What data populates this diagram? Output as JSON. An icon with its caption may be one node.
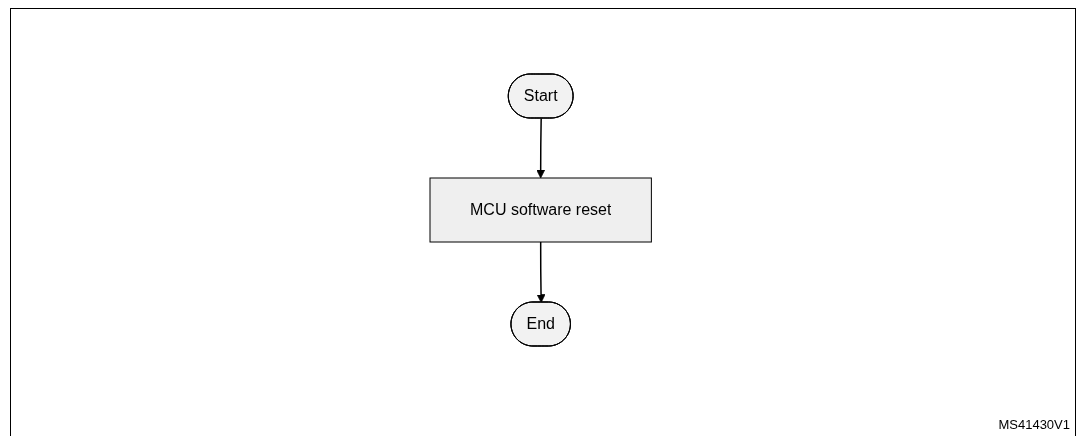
{
  "diagram": {
    "nodes": [
      {
        "text": [
          "Start"
        ]
      },
      {
        "text": [
          "MCU software reset"
        ]
      },
      {
        "text": [
          "End"
        ]
      }
    ],
    "edges": [
      {
        "from": 0,
        "to": 1,
        "arrow": "to"
      },
      {
        "from": 1,
        "to": 2,
        "arrow": "to"
      }
    ],
    "labels": [
      "MS41430V1"
    ]
  }
}
